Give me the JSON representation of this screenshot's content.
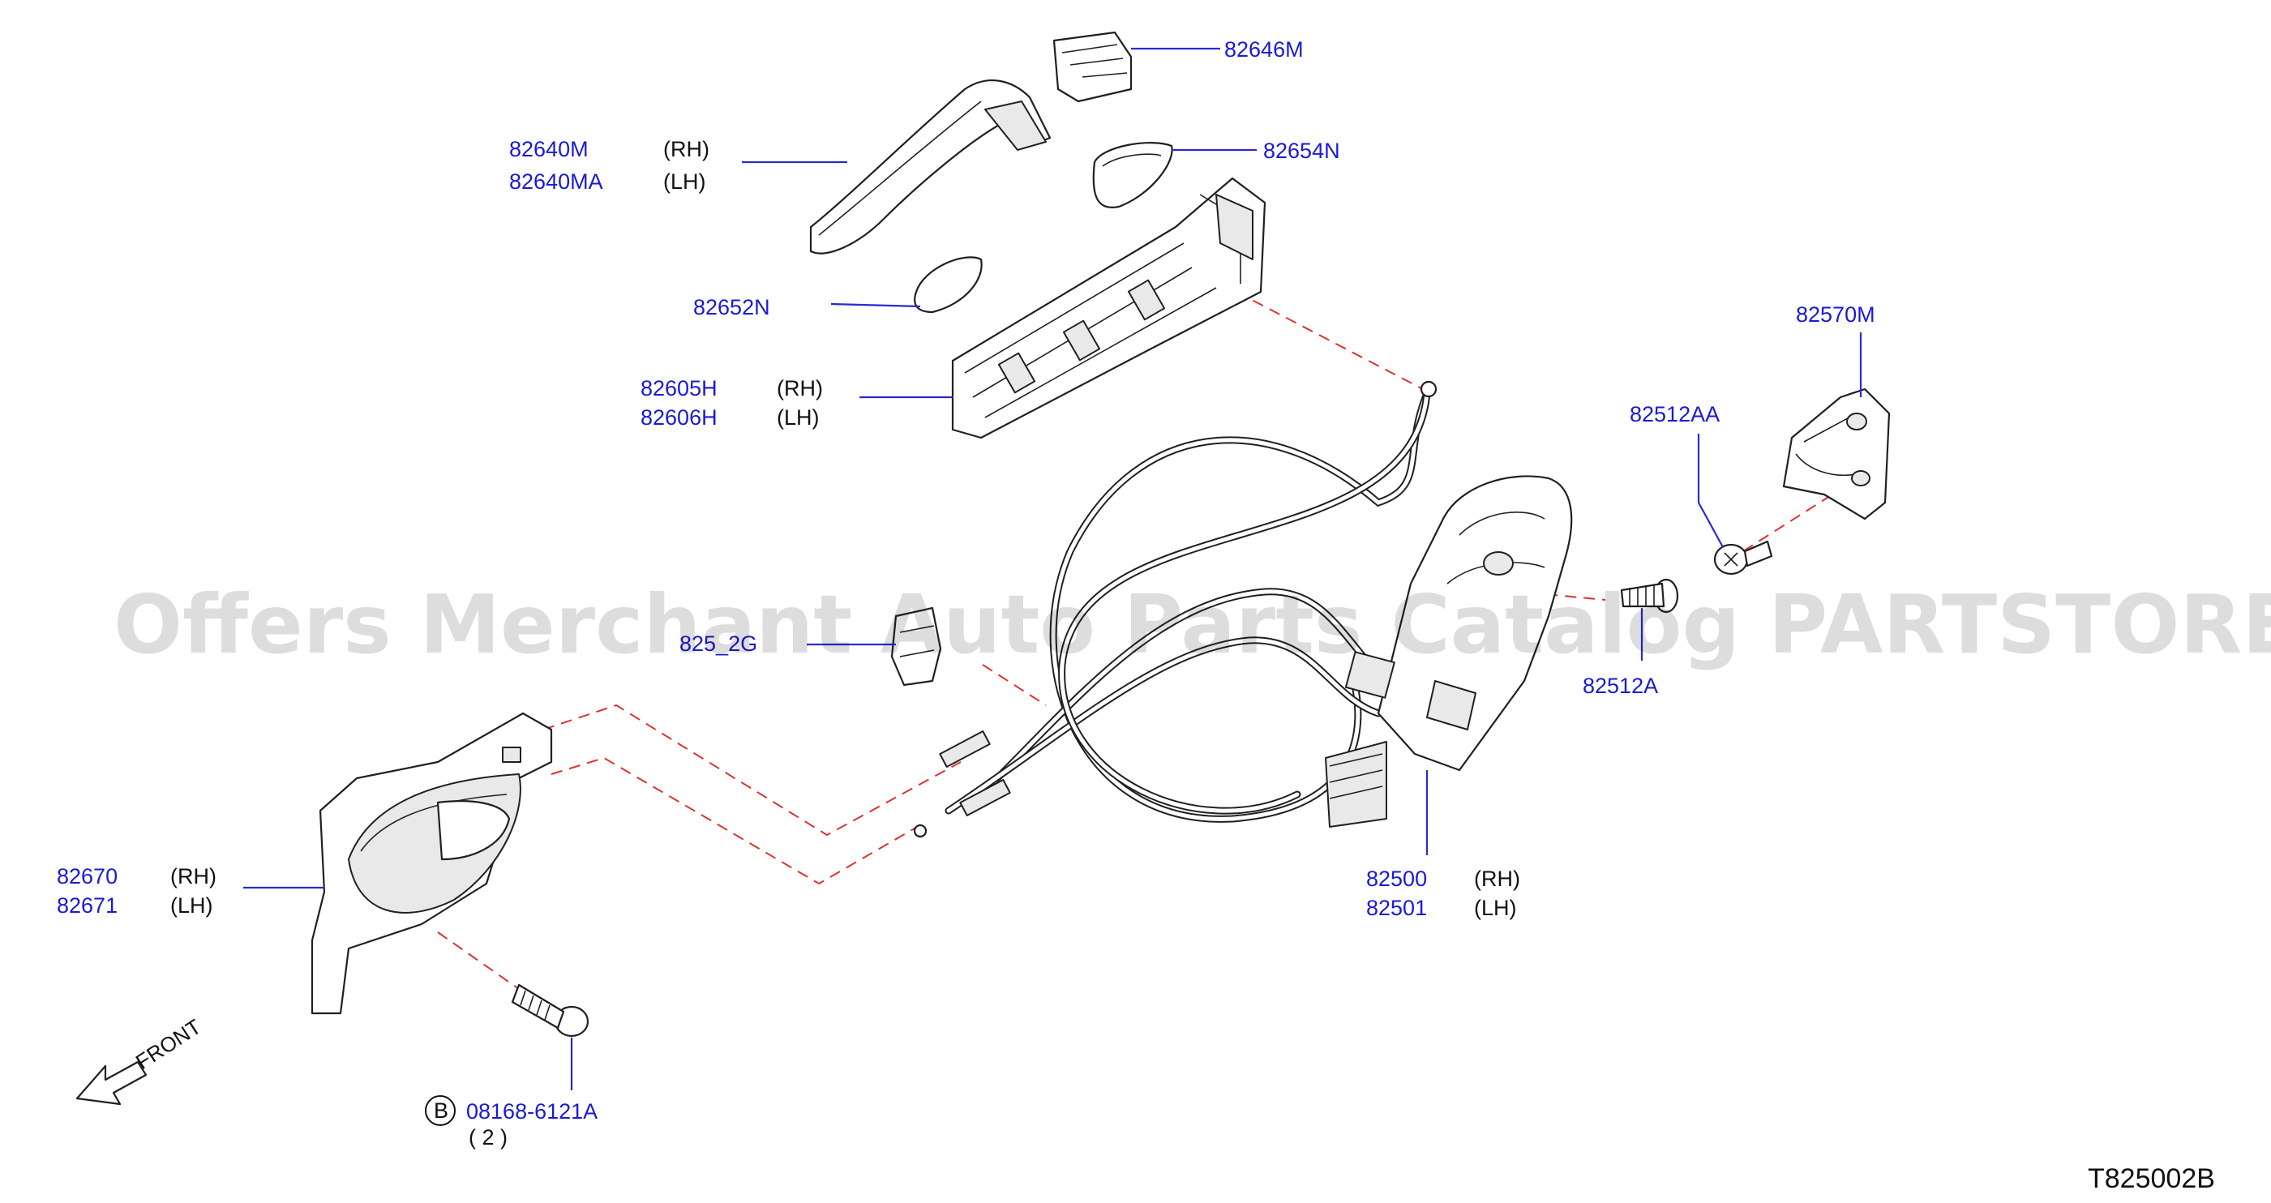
{
  "parts": {
    "p82646M": "82646M",
    "p82640M": "82640M",
    "p82640MA": "82640MA",
    "p82654N": "82654N",
    "p82652N": "82652N",
    "p82605H": "82605H",
    "p82606H": "82606H",
    "p82570M": "82570M",
    "p82512AA": "82512AA",
    "p82512A": "82512A",
    "p825_2G": "825_2G",
    "p82670": "82670",
    "p82671": "82671",
    "p82500": "82500",
    "p82501": "82501",
    "p08168": "08168-6121A"
  },
  "qualifiers": {
    "rh": "(RH)",
    "lh": "(LH)",
    "qty": "( 2 )",
    "bolt_badge": "B"
  },
  "front_label": "FRONT",
  "diagram_code": "T825002B",
  "watermark": "Offers Merchant Auto Parts Catalog PARTSTORE.SA",
  "colors": {
    "part_number": "#1a1ad6",
    "leader_line": "#2a2ad0",
    "assembly_dash": "#e03030"
  }
}
